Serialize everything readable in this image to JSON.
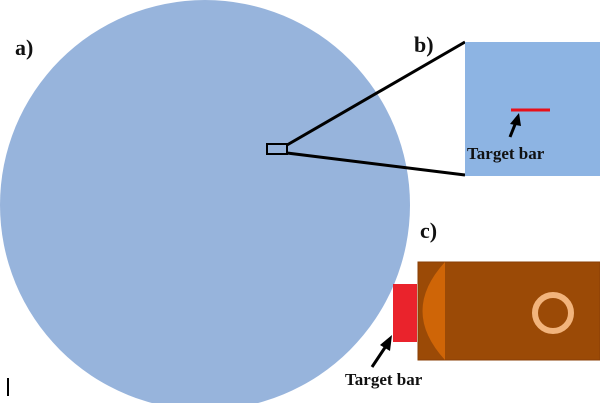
{
  "panels": {
    "a": {
      "label": "a)"
    },
    "b": {
      "label": "b)",
      "caption": "Target bar"
    },
    "c": {
      "label": "c)",
      "caption": "Target bar"
    }
  },
  "colors": {
    "disk": "#97b4dc",
    "zoom_bg": "#8db4e3",
    "target_bar": "#e8101a",
    "arm": "#9b4a06",
    "arm_edge": "#8a3f05",
    "tip_glow": "#d86a08",
    "ring": "#f2b47c",
    "outline": "#000000"
  },
  "icons": {
    "pointer": "arrow-icon",
    "ring": "ring-icon"
  }
}
